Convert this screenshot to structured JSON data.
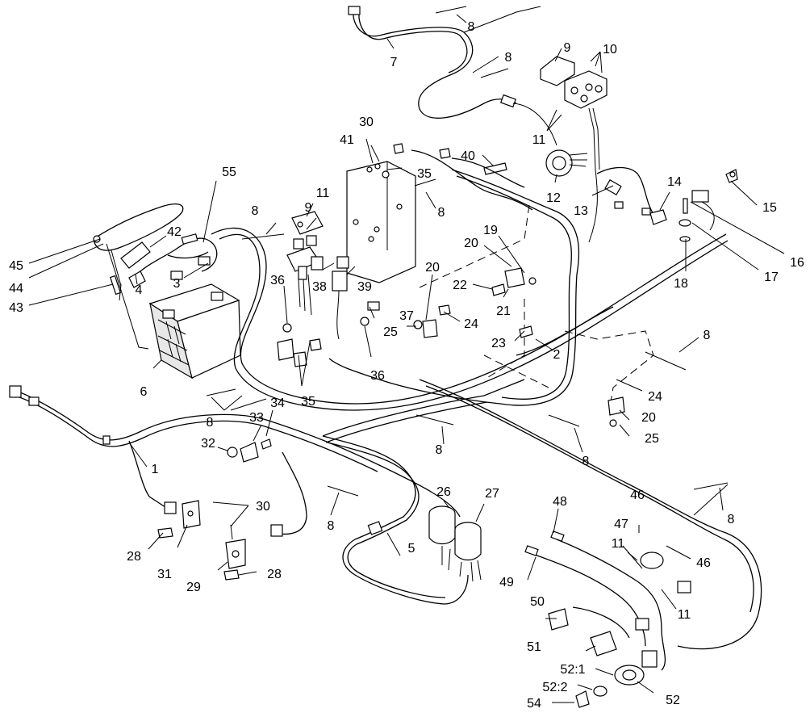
{
  "callouts": [
    "1",
    "2",
    "3",
    "4",
    "5",
    "6",
    "7",
    "8",
    "9",
    "10",
    "11",
    "12",
    "13",
    "14",
    "15",
    "16",
    "17",
    "18",
    "19",
    "20",
    "21",
    "22",
    "23",
    "24",
    "25",
    "26",
    "27",
    "28",
    "29",
    "30",
    "31",
    "32",
    "33",
    "34",
    "35",
    "36",
    "37",
    "38",
    "39",
    "40",
    "41",
    "42",
    "43",
    "44",
    "45",
    "46",
    "47",
    "48",
    "49",
    "50",
    "51",
    "52",
    "52:1",
    "52:2",
    "54",
    "55"
  ]
}
